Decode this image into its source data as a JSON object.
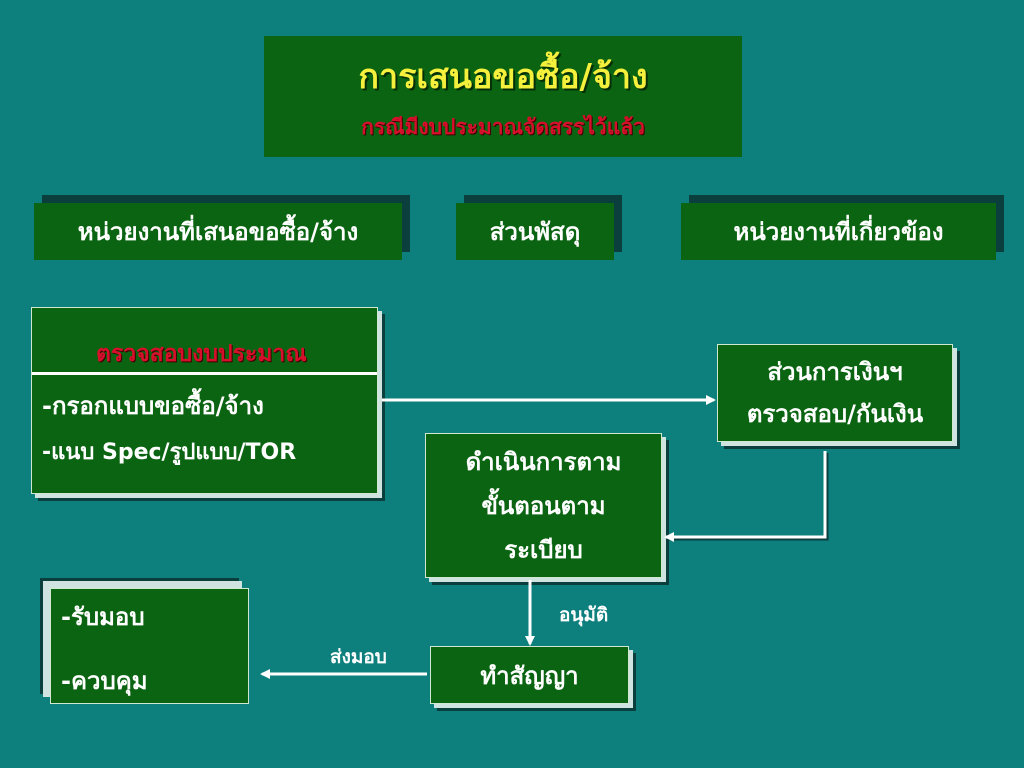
{
  "title": {
    "main": "การเสนอขอซื้อ/จ้าง",
    "sub": "กรณีมีงบประมาณจัดสรรไว้แล้ว"
  },
  "headers": [
    "หน่วยงานที่เสนอขอซื้อ/จ้าง",
    "ส่วนพัสดุ",
    "หน่วยงานที่เกี่ยวข้อง"
  ],
  "request_box": {
    "heading": "ตรวจสอบงบประมาณ",
    "items": [
      "-กรอกแบบขอซื้อ/จ้าง",
      "-แนบ Spec/รูปแบบ/TOR"
    ]
  },
  "finance_box": {
    "lines": [
      "ส่วนการเงินฯ",
      "ตรวจสอบ/กันเงิน"
    ]
  },
  "process_box": {
    "lines": [
      "ดำเนินการตาม",
      "ขั้นตอนตาม",
      "ระเบียบ"
    ]
  },
  "contract_box": {
    "label": "ทำสัญญา"
  },
  "receive_box": {
    "items": [
      "-รับมอบ",
      "-ควบคุม"
    ]
  },
  "edge_labels": {
    "approve": "อนุมัติ",
    "deliver": "ส่งมอบ"
  },
  "colors": {
    "background": "#0d7f7d",
    "box_fill": "#0b6412",
    "title_text": "#f5f03c",
    "subtitle_text": "#d6102a",
    "heading_text": "#d6102a"
  }
}
